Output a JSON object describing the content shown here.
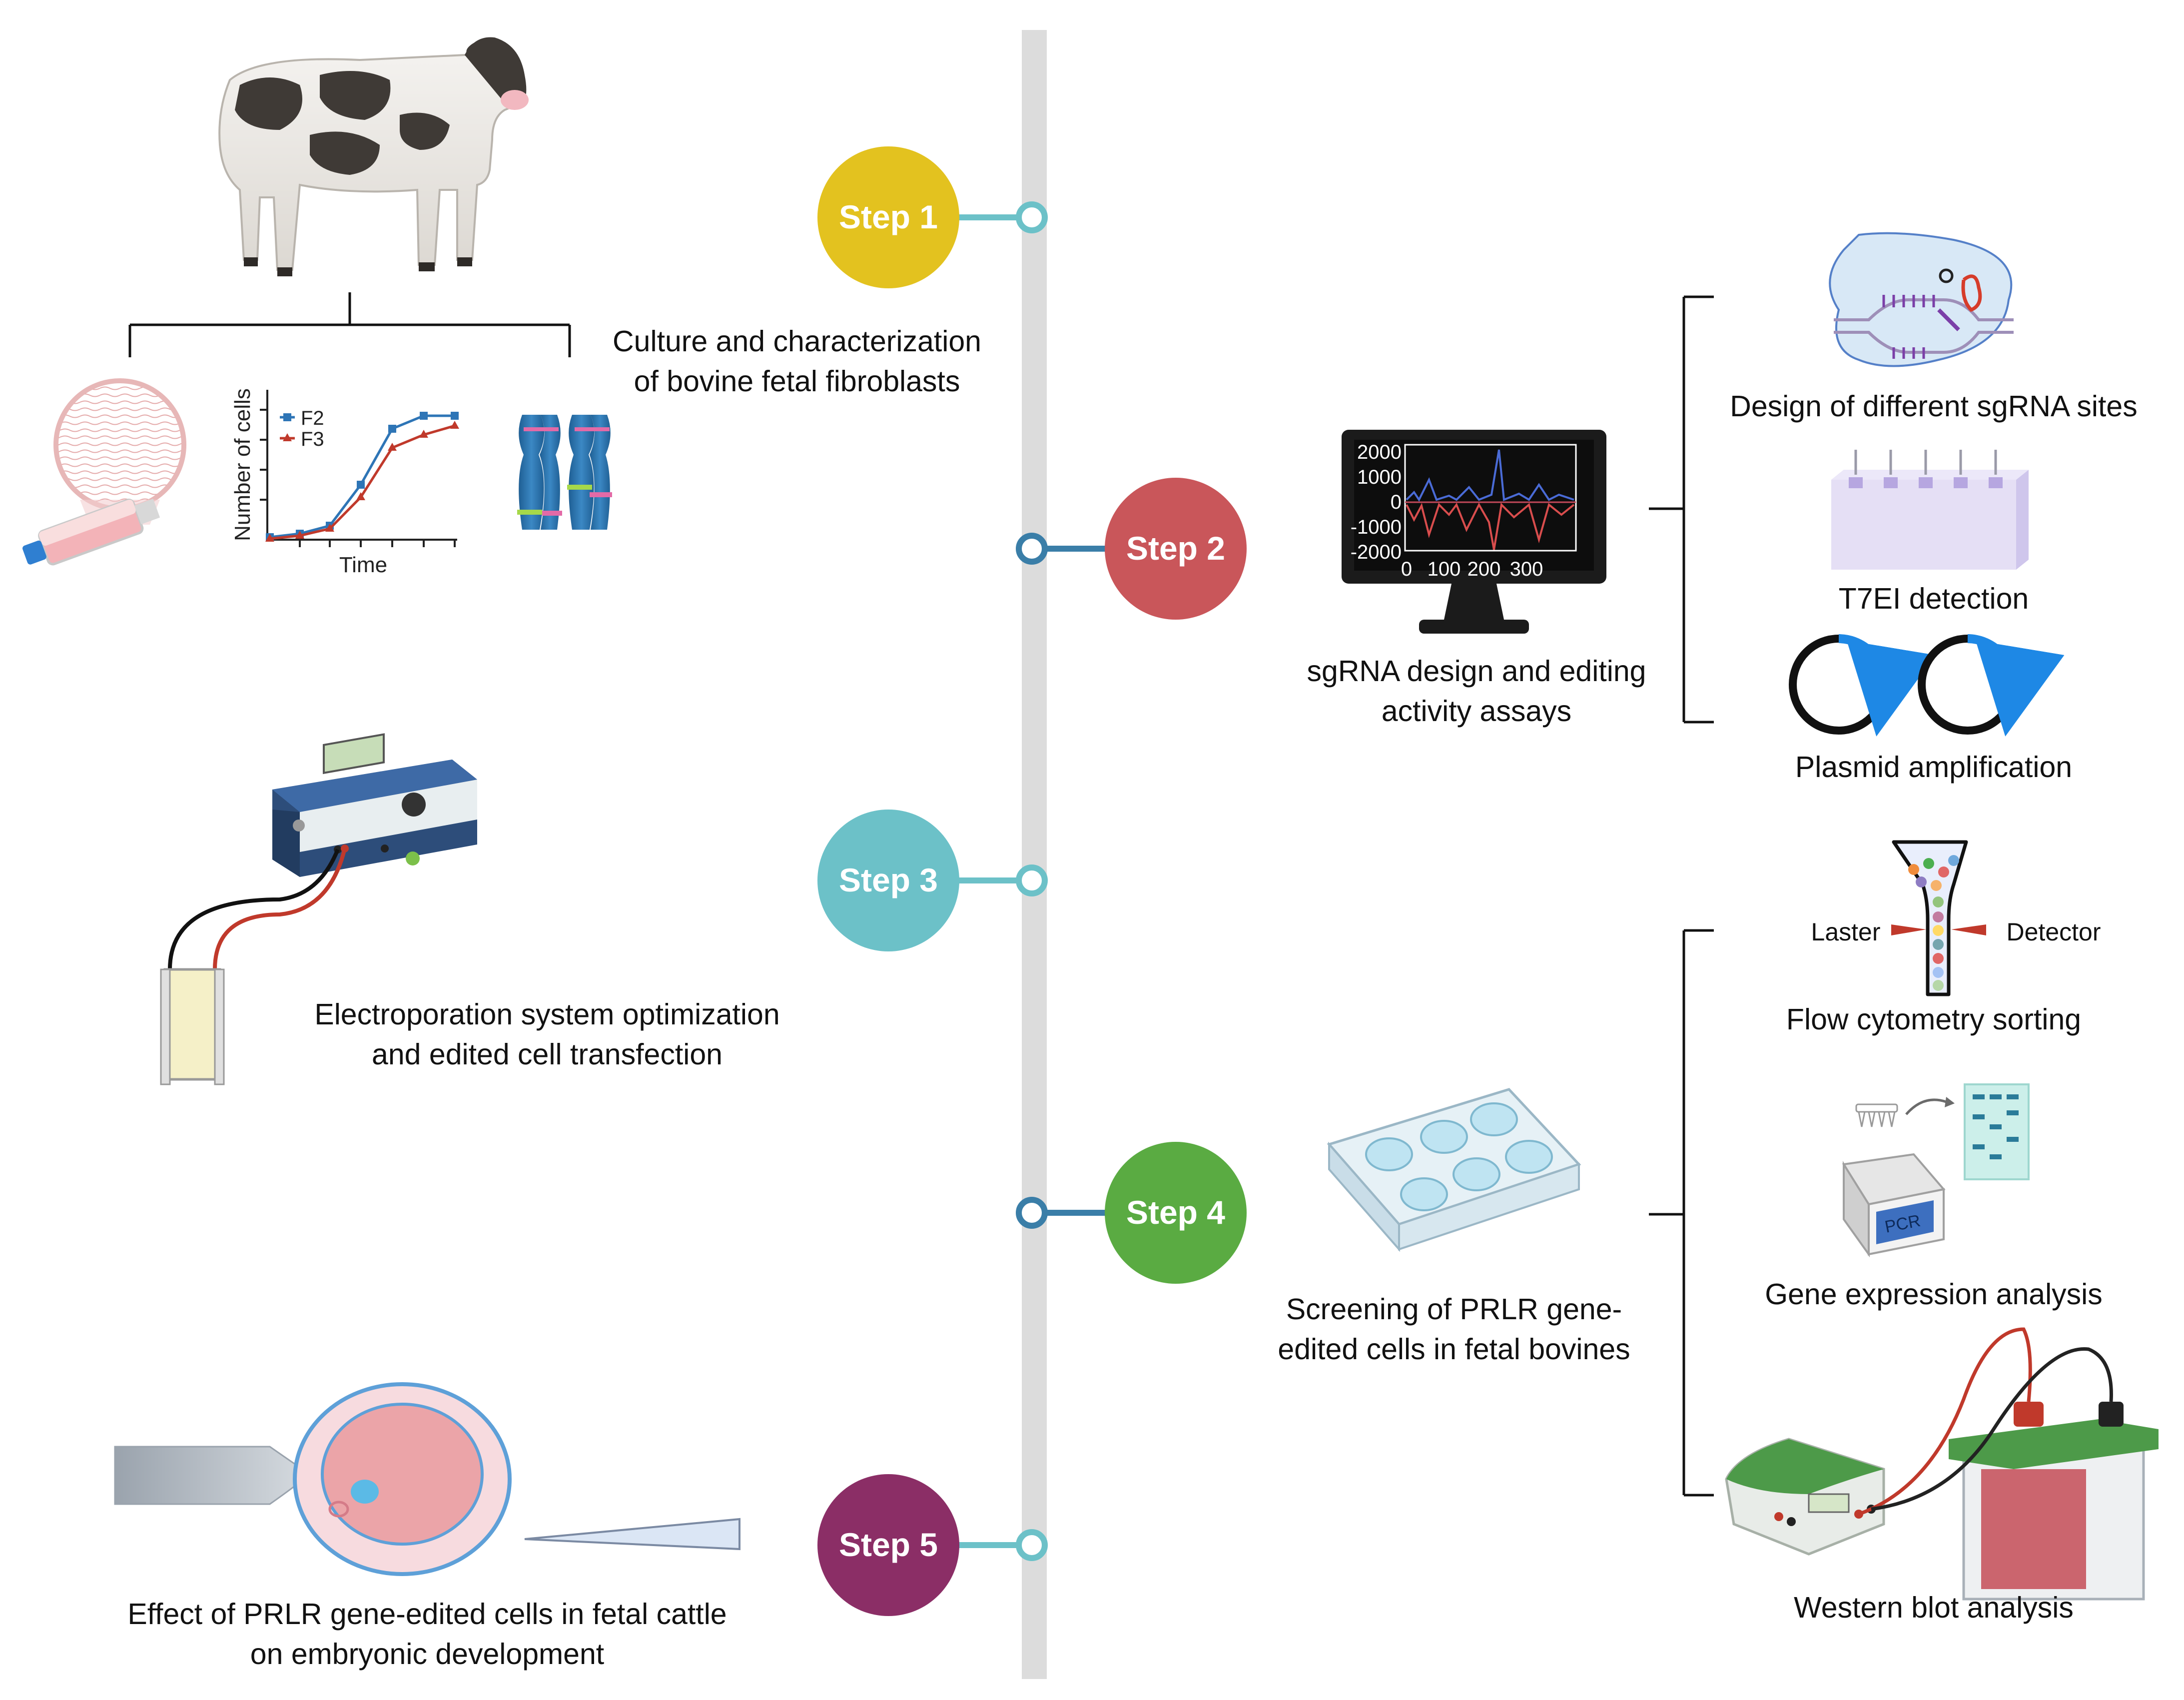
{
  "steps": [
    {
      "label": "Step 1",
      "color": "#e3c21f",
      "side": "left"
    },
    {
      "label": "Step 2",
      "color": "#c9565a",
      "side": "right"
    },
    {
      "label": "Step 3",
      "color": "#6cc1c8",
      "side": "left"
    },
    {
      "label": "Step 4",
      "color": "#5aab42",
      "side": "right"
    },
    {
      "label": "Step 5",
      "color": "#8b2e66",
      "side": "left"
    }
  ],
  "step1": {
    "caption_line1": "Culture and characterization",
    "caption_line2": "of bovine fetal fibroblasts",
    "growth_chart": {
      "ylabel": "Number of cells",
      "xlabel": "Time",
      "legend": [
        "F2",
        "F3"
      ]
    }
  },
  "step2": {
    "caption_line1": "sgRNA design and editing",
    "caption_line2": "activity assays",
    "monitor_ticks_y": [
      "2000",
      "1000",
      "0",
      "-1000",
      "-2000"
    ],
    "monitor_ticks_x": [
      "0",
      "100",
      "200",
      "300"
    ],
    "branches": [
      "Design of different sgRNA sites",
      "T7EI detection",
      "Plasmid amplification"
    ]
  },
  "step3": {
    "caption_line1": "Electroporation system optimization",
    "caption_line2": "and edited cell transfection"
  },
  "step4": {
    "caption_line1": "Screening of PRLR gene-",
    "caption_line2": "edited cells in fetal bovines",
    "flow_laser_label": "Laster",
    "flow_detector_label": "Detector",
    "pcr_label": "PCR",
    "branches": [
      "Flow cytometry sorting",
      "Gene expression analysis",
      "Western blot analysis"
    ]
  },
  "step5": {
    "caption_line1": "Effect of PRLR gene-edited cells in fetal cattle",
    "caption_line2": "on embryonic development"
  },
  "colors": {
    "timeline": "#dcdcdc",
    "connector_light": "#6cc1c8",
    "connector_dark": "#3a7ea8",
    "series_f2": "#2e75b6",
    "series_f3": "#c0392b"
  }
}
